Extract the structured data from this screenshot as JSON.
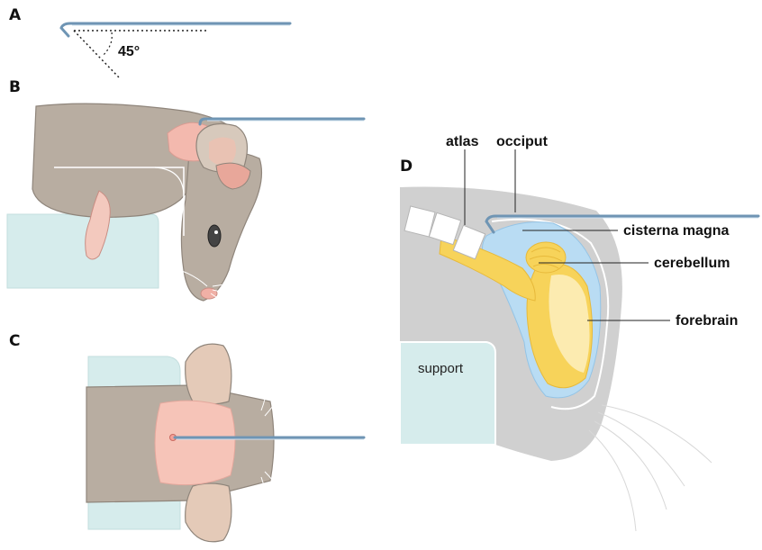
{
  "panels": {
    "a": {
      "letter": "A",
      "angle_label": "45°"
    },
    "b": {
      "letter": "B"
    },
    "c": {
      "letter": "C"
    },
    "d": {
      "letter": "D",
      "labels": {
        "atlas": "atlas",
        "occiput": "occiput",
        "cisterna_magna": "cisterna magna",
        "cerebellum": "cerebellum",
        "forebrain": "forebrain",
        "support": "support"
      }
    }
  },
  "colors": {
    "fur": "#b8ada1",
    "fur_dark": "#8f857b",
    "skin_pink": "#f3b9ae",
    "support": "#d6ecec",
    "needle": "#6f95b4",
    "csf_blue": "#b9dcf3",
    "brain_yellow": "#f7d35a",
    "brain_light": "#fcebb0",
    "head_silhouette": "#cfcfcf"
  }
}
